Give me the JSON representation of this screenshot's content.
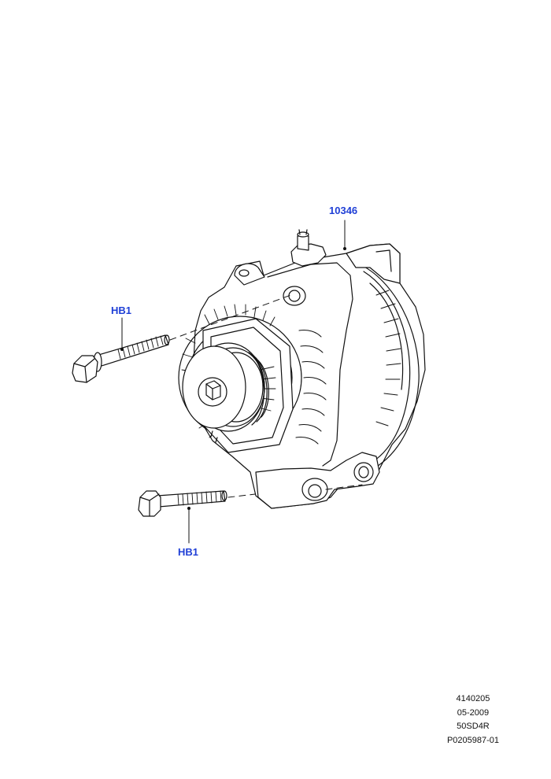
{
  "callouts": {
    "part_number": "10346",
    "bolt_upper": "HB1",
    "bolt_lower": "HB1"
  },
  "footer": {
    "line1": "4140205",
    "line2": "05-2009",
    "line3": "50SD4R",
    "line4": "P0205987-01"
  },
  "colors": {
    "callout_text": "#1f3fd6",
    "line_art": "#111111"
  },
  "icons": {
    "main_part": "alternator-icon",
    "fastener": "flange-bolt-icon"
  }
}
